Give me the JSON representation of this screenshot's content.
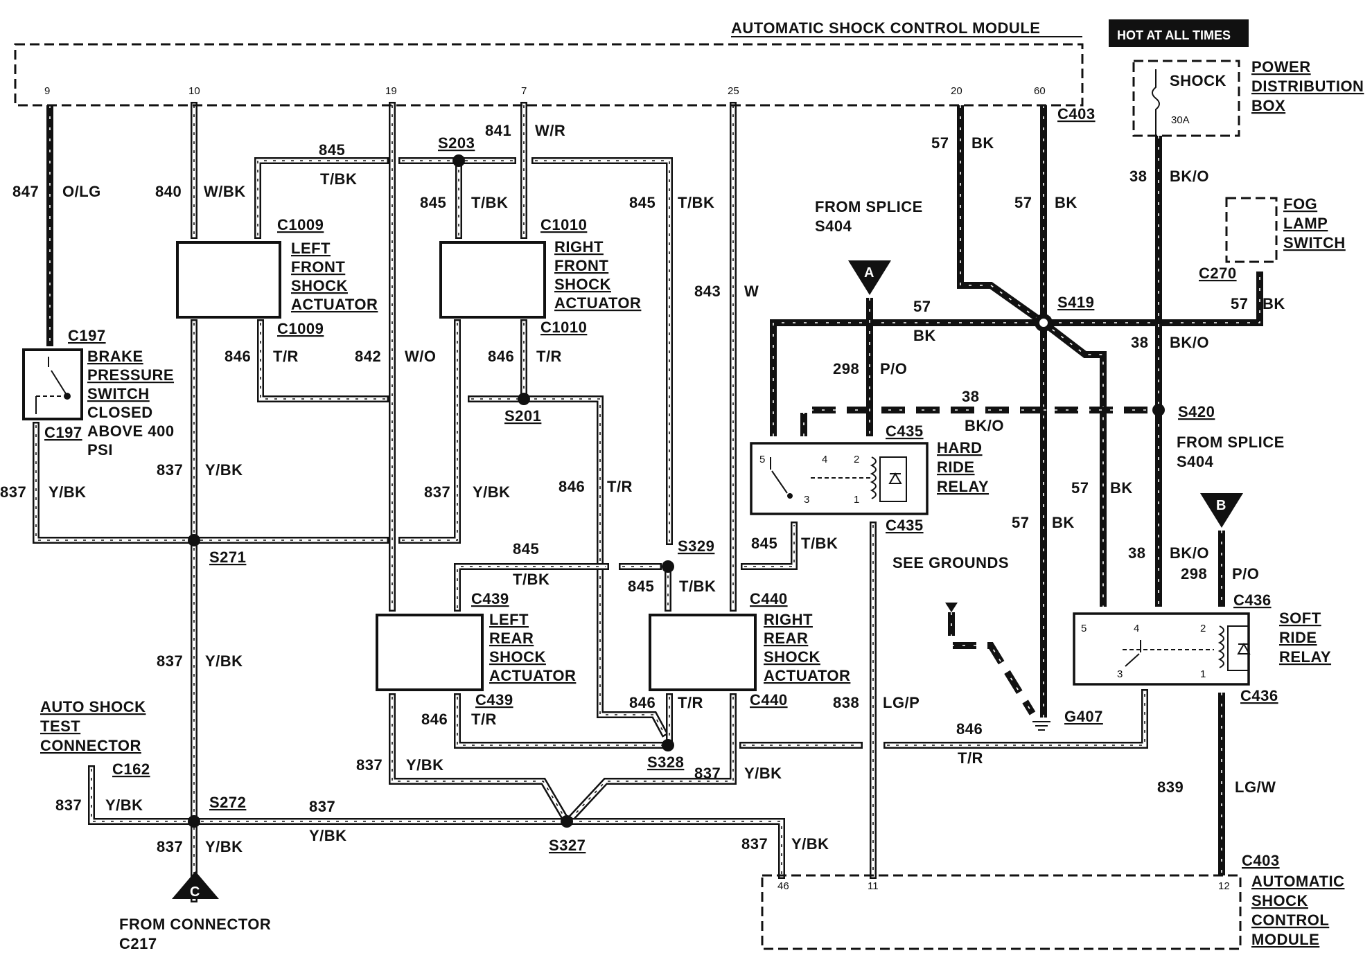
{
  "module_top": {
    "title": "AUTOMATIC SHOCK CONTROL MODULE",
    "pins": [
      "9",
      "10",
      "19",
      "7",
      "25",
      "20",
      "60"
    ],
    "connector": "C403"
  },
  "hot_at_all_times": "HOT AT ALL TIMES",
  "power_box": {
    "fuse": "SHOCK",
    "rating": "30A",
    "label": [
      "POWER",
      "DISTRIBUTION",
      "BOX"
    ]
  },
  "fog_lamp_switch": {
    "label": [
      "FOG",
      "LAMP",
      "SWITCH"
    ],
    "connector": "C270"
  },
  "brake_switch": {
    "connector_top": "C197",
    "connector_bottom": "C197",
    "label": [
      "BRAKE",
      "PRESSURE",
      "SWITCH"
    ],
    "note": [
      "CLOSED",
      "ABOVE 400",
      "PSI"
    ]
  },
  "actuators": {
    "left_front": {
      "connector": "C1009",
      "label": [
        "LEFT",
        "FRONT",
        "SHOCK",
        "ACTUATOR"
      ]
    },
    "right_front": {
      "connector": "C1010",
      "label": [
        "RIGHT",
        "FRONT",
        "SHOCK",
        "ACTUATOR"
      ]
    },
    "left_rear": {
      "connector": "C439",
      "label": [
        "LEFT",
        "REAR",
        "SHOCK",
        "ACTUATOR"
      ]
    },
    "right_rear": {
      "connector": "C440",
      "label": [
        "RIGHT",
        "REAR",
        "SHOCK",
        "ACTUATOR"
      ]
    }
  },
  "hard_ride_relay": {
    "connector_top": "C435",
    "connector_bottom": "C435",
    "label": [
      "HARD",
      "RIDE",
      "RELAY"
    ],
    "pins": [
      "5",
      "4",
      "2",
      "3",
      "1"
    ]
  },
  "soft_ride_relay": {
    "connector_top": "C436",
    "connector_bottom": "C436",
    "label": [
      "SOFT",
      "RIDE",
      "RELAY"
    ],
    "pins": [
      "5",
      "4",
      "2",
      "3",
      "1"
    ]
  },
  "test_connector": {
    "label": [
      "AUTO SHOCK",
      "TEST",
      "CONNECTOR"
    ],
    "connector": "C162"
  },
  "connector_c": {
    "letter": "C",
    "label": [
      "FROM CONNECTOR",
      "C217"
    ]
  },
  "triangle_a": "A",
  "triangle_b": "B",
  "from_splice_top": [
    "FROM SPLICE",
    "S404"
  ],
  "from_splice_right": [
    "FROM SPLICE",
    "S404"
  ],
  "see_grounds": "SEE GROUNDS",
  "ground": "G407",
  "splices": {
    "S203": "S203",
    "S201": "S201",
    "S271": "S271",
    "S272": "S272",
    "S327": "S327",
    "S328": "S328",
    "S329": "S329",
    "S419": "S419",
    "S420": "S420"
  },
  "wire_labels": [
    {
      "id": "w847",
      "circuit": "847",
      "color": "O/LG"
    },
    {
      "id": "w840",
      "circuit": "840",
      "color": "W/BK"
    },
    {
      "id": "w845a",
      "circuit": "845",
      "color": "T/BK"
    },
    {
      "id": "w841",
      "circuit": "841",
      "color": "W/R"
    },
    {
      "id": "w845b",
      "circuit": "845",
      "color": "T/BK"
    },
    {
      "id": "w845c",
      "circuit": "845",
      "color": "T/BK"
    },
    {
      "id": "w843",
      "circuit": "843",
      "color": "W"
    },
    {
      "id": "w57a",
      "circuit": "57",
      "color": "BK"
    },
    {
      "id": "w57b",
      "circuit": "57",
      "color": "BK"
    },
    {
      "id": "w38a",
      "circuit": "38",
      "color": "BK/O"
    },
    {
      "id": "w846a",
      "circuit": "846",
      "color": "T/R"
    },
    {
      "id": "w842",
      "circuit": "842",
      "color": "W/O"
    },
    {
      "id": "w846b",
      "circuit": "846",
      "color": "T/R"
    },
    {
      "id": "w57c",
      "circuit": "57",
      "color": "BK"
    },
    {
      "id": "w57d",
      "circuit": "57",
      "color": "BK"
    },
    {
      "id": "w38b",
      "circuit": "38",
      "color": "BK/O"
    },
    {
      "id": "w298a",
      "circuit": "298",
      "color": "P/O"
    },
    {
      "id": "w38c",
      "circuit": "38",
      "color": "BK/O"
    },
    {
      "id": "w837a",
      "circuit": "837",
      "color": "Y/BK"
    },
    {
      "id": "w837b",
      "circuit": "837",
      "color": "Y/BK"
    },
    {
      "id": "w837c",
      "circuit": "837",
      "color": "Y/BK"
    },
    {
      "id": "w846c",
      "circuit": "846",
      "color": "T/R"
    },
    {
      "id": "w57e",
      "circuit": "57",
      "color": "BK"
    },
    {
      "id": "w57f",
      "circuit": "57",
      "color": "BK"
    },
    {
      "id": "w845d",
      "circuit": "845",
      "color": "T/BK"
    },
    {
      "id": "w845e",
      "circuit": "845",
      "color": "T/BK"
    },
    {
      "id": "w845f",
      "circuit": "845",
      "color": "T/BK"
    },
    {
      "id": "w38d",
      "circuit": "38",
      "color": "BK/O"
    },
    {
      "id": "w298b",
      "circuit": "298",
      "color": "P/O"
    },
    {
      "id": "w837d",
      "circuit": "837",
      "color": "Y/BK"
    },
    {
      "id": "w846d",
      "circuit": "846",
      "color": "T/R"
    },
    {
      "id": "w846e",
      "circuit": "846",
      "color": "T/R"
    },
    {
      "id": "w838",
      "circuit": "838",
      "color": "LG/P"
    },
    {
      "id": "w846f",
      "circuit": "846",
      "color": "T/R"
    },
    {
      "id": "w837e",
      "circuit": "837",
      "color": "Y/BK"
    },
    {
      "id": "w837f",
      "circuit": "837",
      "color": "Y/BK"
    },
    {
      "id": "w839",
      "circuit": "839",
      "color": "LG/W"
    },
    {
      "id": "w837g",
      "circuit": "837",
      "color": "Y/BK"
    },
    {
      "id": "w837h",
      "circuit": "837",
      "color": "Y/BK"
    },
    {
      "id": "w837i",
      "circuit": "837",
      "color": "Y/BK"
    },
    {
      "id": "w837j",
      "circuit": "837",
      "color": "Y/BK"
    }
  ],
  "module_bottom": {
    "pins": [
      "46",
      "11",
      "12"
    ],
    "connector": "C403",
    "label": [
      "AUTOMATIC",
      "SHOCK",
      "CONTROL",
      "MODULE"
    ]
  }
}
